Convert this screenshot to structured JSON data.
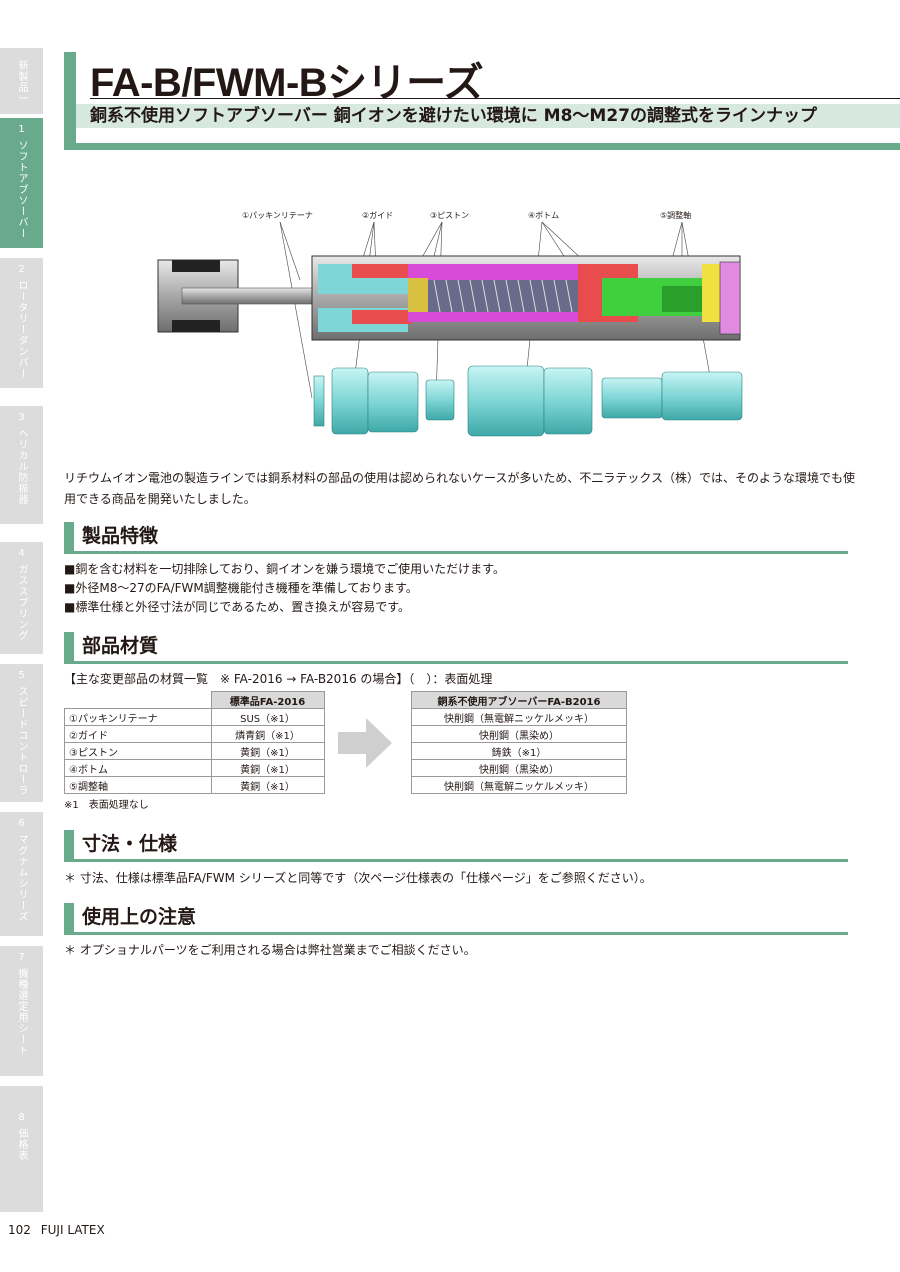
{
  "sidebar": {
    "tabs": [
      {
        "num": "",
        "label": "新製品一覧"
      },
      {
        "num": "1",
        "label": "ソフトアブソーバー"
      },
      {
        "num": "2",
        "label": "ロータリーダンパー"
      },
      {
        "num": "3",
        "label": "ヘリカル防振器"
      },
      {
        "num": "4",
        "label": "ガススプリング"
      },
      {
        "num": "5",
        "label": "スピードコントローラ"
      },
      {
        "num": "6",
        "label": "マグナムシリーズ"
      },
      {
        "num": "7",
        "label": "機種選定用シート"
      },
      {
        "num": "8",
        "label": "価格表"
      }
    ]
  },
  "header": {
    "title": "FA-B/FWM-Bシリーズ",
    "subtitle": "銅系不使用ソフトアブソーバー 銅イオンを避けたい環境に M8〜M27の調整式をラインナップ"
  },
  "diagram": {
    "labels": [
      "①パッキンリテーナ",
      "②ガイド",
      "③ピストン",
      "④ボトム",
      "⑤調整軸"
    ]
  },
  "intro": "リチウムイオン電池の製造ラインでは銅系材料の部品の使用は認められないケースが多いため、不二ラテックス（株）では、そのような環境でも使用できる商品を開発いたしました。",
  "features": {
    "heading": "製品特徴",
    "items": [
      "■銅を含む材料を一切排除しており、銅イオンを嫌う環境でご使用いただけます。",
      "■外径M8〜27のFA/FWM調整機能付き機種を準備しております。",
      "■標準仕様と外径寸法が同じであるため、置き換えが容易です。"
    ]
  },
  "materials": {
    "heading": "部品材質",
    "caption": "【主な変更部品の材質一覧　※ FA-2016 → FA-B2016 の場合】（　）：表面処理",
    "std_header": "標準品FA-2016",
    "new_header": "銅系不使用アブソーバーFA-B2016",
    "rows": [
      {
        "part": "①パッキンリテーナ",
        "std": "SUS（※1）",
        "new": "快削鋼（無電解ニッケルメッキ）"
      },
      {
        "part": "②ガイド",
        "std": "燐青銅（※1）",
        "new": "快削鋼（黒染め）"
      },
      {
        "part": "③ピストン",
        "std": "黄銅（※1）",
        "new": "鋳鉄（※1）"
      },
      {
        "part": "④ボトム",
        "std": "黄銅（※1）",
        "new": "快削鋼（黒染め）"
      },
      {
        "part": "⑤調整軸",
        "std": "黄銅（※1）",
        "new": "快削鋼（無電解ニッケルメッキ）"
      }
    ],
    "note": "※1　表面処理なし"
  },
  "dimensions": {
    "heading": "寸法・仕様",
    "text": "＊ 寸法、仕様は標準品FA/FWM シリーズと同等です（次ページ仕様表の「仕様ページ」をご参照ください）。"
  },
  "caution": {
    "heading": "使用上の注意",
    "text": "＊ オプショナルパーツをご利用される場合は弊社営業までご相談ください。"
  },
  "footer": {
    "page": "102",
    "brand": "FUJI LATEX"
  },
  "colors": {
    "accent": "#6aaa8c",
    "subtitle_bg": "#d6e8df"
  }
}
